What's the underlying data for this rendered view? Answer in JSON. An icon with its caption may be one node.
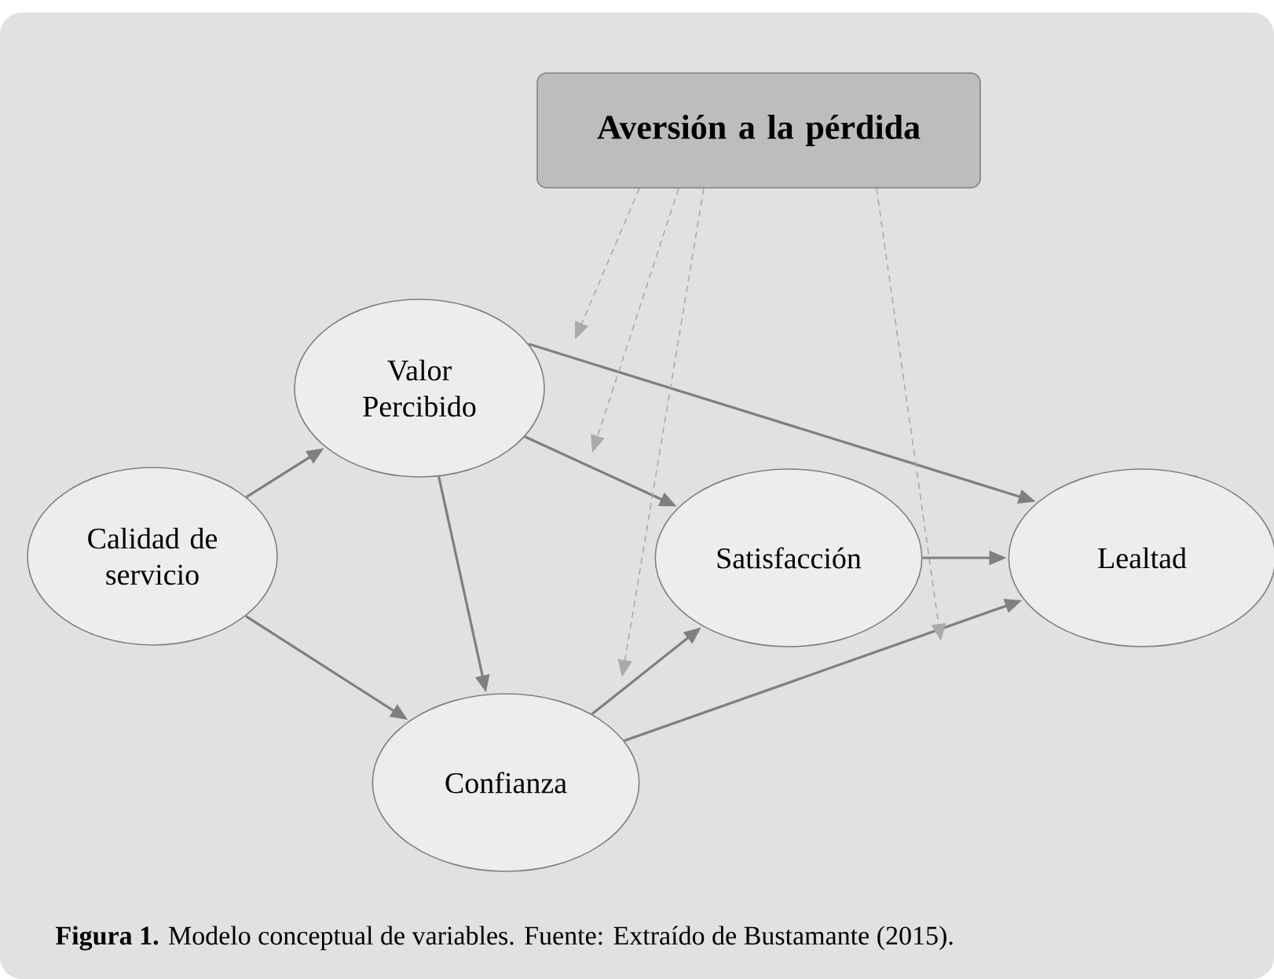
{
  "diagram": {
    "caption": "**Figura 1.** Modelo conceptual de variables. Fuente: Extraído de Bustamante (2015).",
    "nodes": [
      {
        "text": [
          "Aversión a la pérdida"
        ]
      },
      {
        "text": [
          "Valor Percibido"
        ]
      },
      {
        "text": [
          "Calidad de servicio"
        ]
      },
      {
        "text": [
          "Satisfacción"
        ]
      },
      {
        "text": [
          "Lealtad"
        ]
      },
      {
        "text": [
          "Confianza"
        ]
      }
    ],
    "edges": [
      {
        "from": 2,
        "to": 1,
        "arrow": "to"
      },
      {
        "from": 2,
        "to": 5,
        "arrow": "to"
      },
      {
        "from": 1,
        "to": 3,
        "arrow": "to"
      },
      {
        "from": 1,
        "to": 4,
        "arrow": "to"
      },
      {
        "from": 1,
        "to": 5,
        "arrow": "to"
      },
      {
        "from": 5,
        "to": 3,
        "arrow": "to"
      },
      {
        "from": 5,
        "to": 4,
        "arrow": "to"
      },
      {
        "from": 3,
        "to": 4,
        "arrow": "to"
      },
      {
        "from": 0,
        "to": null,
        "arrow": "to",
        "style": "dashed",
        "color": "#aaaaac"
      },
      {
        "from": 0,
        "to": null,
        "arrow": "to",
        "style": "dashed",
        "color": "#aaaaac"
      },
      {
        "from": 0,
        "to": null,
        "arrow": "to",
        "style": "dashed",
        "color": "#aaaaac"
      },
      {
        "from": 0,
        "to": null,
        "arrow": "to",
        "style": "dashed",
        "color": "#aaaaac"
      }
    ]
  }
}
